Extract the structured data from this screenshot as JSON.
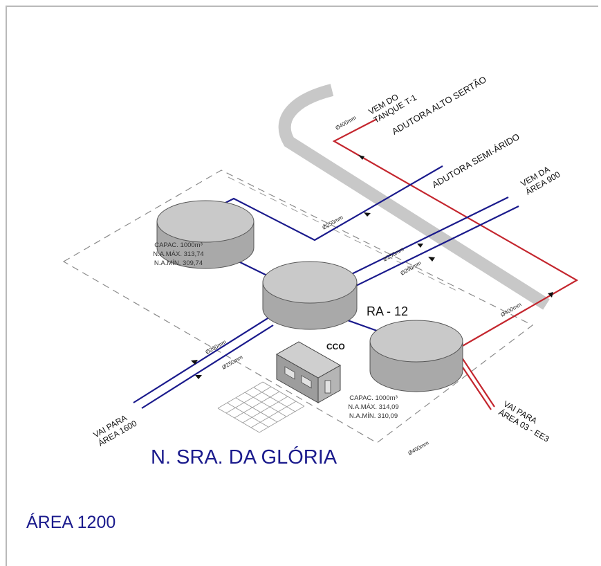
{
  "title": "N. SRA. DA GLÓRIA",
  "area": "ÁREA 1200",
  "colors": {
    "blue_pipe": "#1a1a8c",
    "red_pipe": "#c4262e",
    "tank": "#b8b8b8",
    "road": "#c8c8c8"
  },
  "tanks": {
    "left": {
      "capac": "CAPAC.  1000m³",
      "na_max": "N.A.MÁX.  313,74",
      "na_min": "N.A.MÍN.  309,74"
    },
    "center": {
      "name": "RA - 12"
    },
    "right": {
      "capac": "CAPAC.  1000m³",
      "na_max": "N.A.MÁX.  314,09",
      "na_min": "N.A.MÍN.  310,09"
    }
  },
  "building": {
    "label": "CCO"
  },
  "labels": {
    "vem_tanque_1": "VEM DO",
    "vem_tanque_2": "TANQUE T-1",
    "adutora_alto": "ADUTORA ALTO SERTÃO",
    "adutora_semi": "ADUTORA SEMI-ÁRIDO",
    "vem_area_1": "VEM DA",
    "vem_area_2": "ÁREA 900",
    "vai_1600_1": "VAI PARA",
    "vai_1600_2": "ÁREA 1600",
    "vai_03_1": "VAI PARA",
    "vai_03_2": "ÁREA 03 - EE3"
  },
  "pipe_labels": {
    "p400_top": "Ø400mm",
    "p250_semi": "Ø250mm",
    "p250_900a": "Ø250mm",
    "p250_900b": "Ø250mm",
    "p400_right": "Ø400mm",
    "p250_1600a": "Ø250mm",
    "p250_1600b": "Ø250mm",
    "p400_bottom": "Ø400mm"
  }
}
